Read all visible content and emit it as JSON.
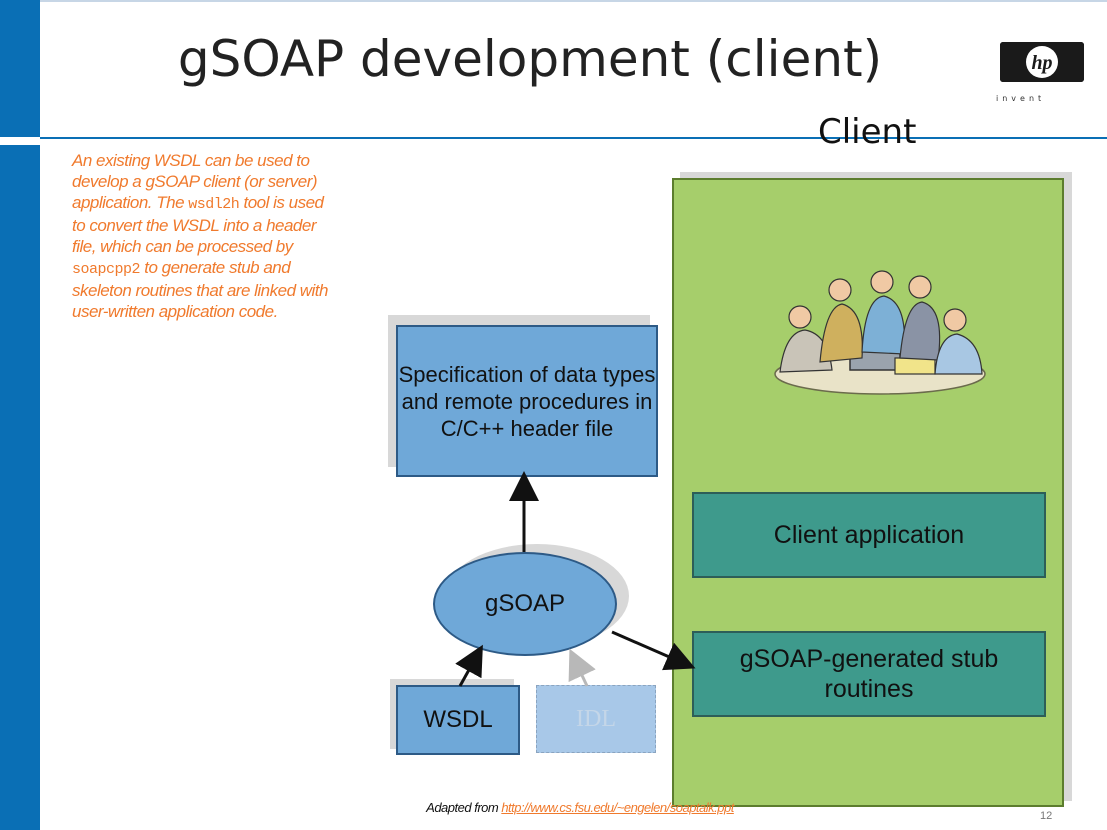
{
  "slide": {
    "title": "gSOAP development (client)",
    "page_number": "12"
  },
  "logo": {
    "tagline": "invent",
    "mark": "hp"
  },
  "description": {
    "part1": "An existing WSDL can be used to develop a gSOAP client (or server) application. The ",
    "code1": "wsdl2h",
    "part2": " tool is used to convert the WSDL into a header file, which can be processed by ",
    "code2": "soapcpp2",
    "part3": " to generate stub and skeleton routines that are linked with user-written application code."
  },
  "diagram": {
    "client_label": "Client",
    "spec_box": "Specification of data types and remote procedures in C/C++ header file",
    "gsoap": "gSOAP",
    "wsdl": "WSDL",
    "idl": "IDL",
    "client_app": "Client application",
    "stub_routines": "gSOAP-generated stub routines"
  },
  "footer": {
    "prefix": "Adapted from ",
    "link": "http://www.cs.fsu.edu/~engelen/soaptalk.ppt"
  },
  "colors": {
    "brand_blue": "#0a6fb5",
    "orange_text": "#f07a2d",
    "client_green": "#a6ce6b",
    "box_blue": "#6fa8d8",
    "box_teal": "#3e9a8c"
  }
}
